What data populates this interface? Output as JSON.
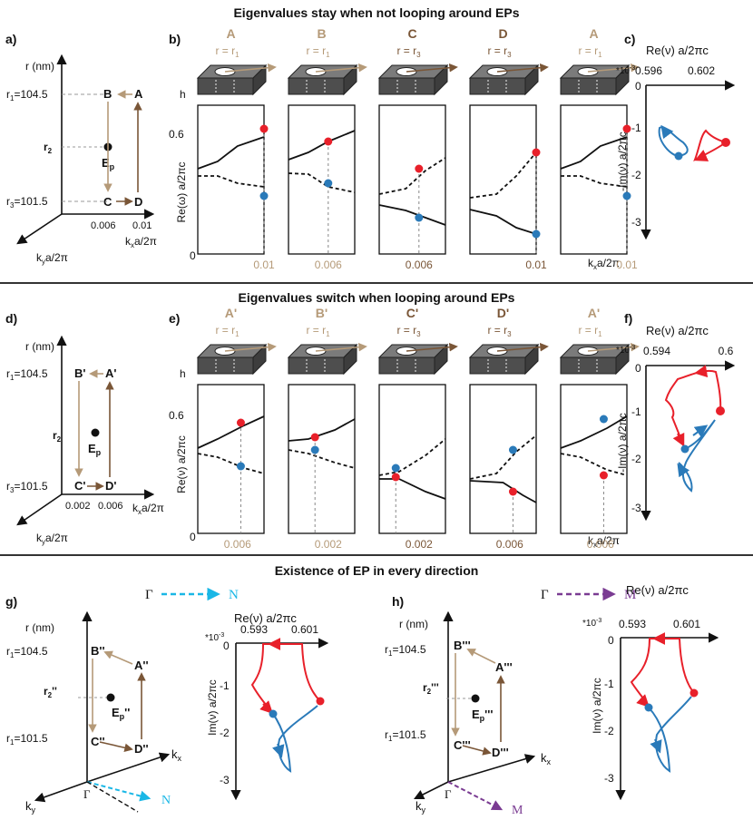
{
  "headings": {
    "top": "Eigenvalues stay when not looping around EPs",
    "middle": "Eigenvalues switch when looping around EPs",
    "bottom": "Existence of EP in every direction"
  },
  "panel_labels": {
    "a": "a)",
    "b": "b)",
    "c": "c)",
    "d": "d)",
    "e": "e)",
    "f": "f)",
    "g": "g)",
    "h": "h)"
  },
  "colors": {
    "light_brown": "#b59a78",
    "dark_brown": "#7a5637",
    "red": "#e8202a",
    "blue": "#2a7ab9",
    "cyan": "#1ab7e6",
    "purple": "#7a3b92",
    "slab": "#555555",
    "divider": "#333333"
  },
  "panel_a": {
    "axis_r": "r (nm)",
    "axis_kx": "k",
    "axis_kx_sub": "x",
    "axis_kx_tail": "a/2π",
    "axis_ky": "k",
    "axis_ky_sub": "y",
    "axis_ky_tail": "a/2π",
    "r1_label": "r",
    "r1_sub": "1",
    "r1_value": "=104.5",
    "r2_label": "r",
    "r2_sub": "2",
    "r3_label": "r",
    "r3_sub": "3",
    "r3_value": "=101.5",
    "ep_label": "E",
    "ep_sub": "p",
    "tick_1": "0.006",
    "tick_2": "0.01",
    "points": [
      "A",
      "B",
      "C",
      "D"
    ]
  },
  "panel_b": {
    "columns": [
      {
        "label": "A",
        "r": "r = r",
        "r_sub": "1",
        "tick": "0.01"
      },
      {
        "label": "B",
        "r": "r = r",
        "r_sub": "1",
        "tick": "0.006"
      },
      {
        "label": "C",
        "r": "r = r",
        "r_sub": "3",
        "tick": "0.006"
      },
      {
        "label": "D",
        "r": "r = r",
        "r_sub": "3",
        "tick": "0.01"
      },
      {
        "label": "A",
        "r": "r = r",
        "r_sub": "1",
        "tick": "0.01"
      }
    ],
    "h_label": "h",
    "ylabel": "Re(ω) a/2πc",
    "y_tick": "0.6",
    "x_zero": "0",
    "xlabel": "k",
    "xlabel_sub": "x",
    "xlabel_tail": "a/2π"
  },
  "panel_c": {
    "xlabel": "Re(ν) a/2πc",
    "scale": "*10",
    "scale_exp": "-3",
    "ylabel": "-Im(ν) a/2πc",
    "x_ticks": [
      "0.596",
      "0.602"
    ],
    "y_ticks": [
      "0",
      "-1",
      "-2",
      "-3"
    ]
  },
  "panel_d": {
    "axis_r": "r (nm)",
    "axis_kx": "k",
    "axis_kx_sub": "x",
    "axis_kx_tail": "a/2π",
    "axis_ky": "k",
    "axis_ky_sub": "y",
    "axis_ky_tail": "a/2π",
    "r1_label": "r",
    "r1_sub": "1",
    "r1_value": "=104.5",
    "r2_label": "r",
    "r2_sub": "2",
    "r3_label": "r",
    "r3_sub": "3",
    "r3_value": "=101.5",
    "ep_label": "E",
    "ep_sub": "p",
    "tick_1": "0.002",
    "tick_2": "0.006",
    "points": [
      "A'",
      "B'",
      "C'",
      "D'"
    ]
  },
  "panel_e": {
    "columns": [
      {
        "label": "A'",
        "r": "r = r",
        "r_sub": "1",
        "tick": "0.006"
      },
      {
        "label": "B'",
        "r": "r = r",
        "r_sub": "1",
        "tick": "0.002"
      },
      {
        "label": "C'",
        "r": "r = r",
        "r_sub": "3",
        "tick": "0.002"
      },
      {
        "label": "D'",
        "r": "r = r",
        "r_sub": "3",
        "tick": "0.006"
      },
      {
        "label": "A'",
        "r": "r = r",
        "r_sub": "1",
        "tick": "0.006"
      }
    ],
    "h_label": "h",
    "ylabel": "Re(ν) a/2πc",
    "y_tick": "0.6",
    "x_zero": "0",
    "xlabel": "k",
    "xlabel_sub": "x",
    "xlabel_tail": "a/2π"
  },
  "panel_f": {
    "xlabel": "Re(ν) a/2πc",
    "scale": "*10",
    "scale_exp": "-3",
    "ylabel": "-Im(ν) a/2πc",
    "x_ticks": [
      "0.594",
      "0.6"
    ],
    "y_ticks": [
      "0",
      "-1",
      "-2",
      "-3"
    ]
  },
  "panel_g": {
    "direction_from": "Γ",
    "direction_to": "N",
    "axis_r": "r (nm)",
    "axis_kx": "k",
    "axis_kx_sub": "x",
    "axis_ky": "k",
    "axis_ky_sub": "y",
    "gamma": "Γ",
    "r1_label": "r",
    "r1_sub": "1",
    "r1_value": "=104.5",
    "r2_label": "r",
    "r2_sub": "2",
    "r2_prime": "''",
    "r3_label": "r",
    "r3_sub": "1",
    "r3_value": "=101.5",
    "ep_label": "E",
    "ep_sub": "p",
    "ep_prime": "''",
    "points": [
      "A''",
      "B''",
      "C''",
      "D''"
    ],
    "plot": {
      "xlabel": "Re(ν) a/2πc",
      "scale": "*10",
      "scale_exp": "-3",
      "ylabel": "Im(ν) a/2πc",
      "x_ticks": [
        "0.593",
        "0.601"
      ],
      "y_ticks": [
        "0",
        "-1",
        "-2",
        "-3"
      ]
    }
  },
  "panel_h": {
    "direction_from": "Γ",
    "direction_to": "M",
    "axis_r": "r (nm)",
    "axis_kx": "k",
    "axis_kx_sub": "x",
    "axis_ky": "k",
    "axis_ky_sub": "y",
    "gamma": "Γ",
    "r1_label": "r",
    "r1_sub": "1",
    "r1_value": "=104.5",
    "r2_label": "r",
    "r2_sub": "2",
    "r2_prime": "'''",
    "r3_label": "r",
    "r3_sub": "1",
    "r3_value": "=101.5",
    "ep_label": "E",
    "ep_sub": "p",
    "ep_prime": "'''",
    "points": [
      "A'''",
      "B'''",
      "C'''",
      "D'''"
    ],
    "plot": {
      "xlabel": "Re(ν) a/2πc",
      "scale": "*10",
      "scale_exp": "-3",
      "ylabel": "Im(ν) a/2πc",
      "x_ticks": [
        "0.593",
        "0.601"
      ],
      "y_ticks": [
        "0",
        "-1",
        "-2",
        "-3"
      ]
    }
  }
}
